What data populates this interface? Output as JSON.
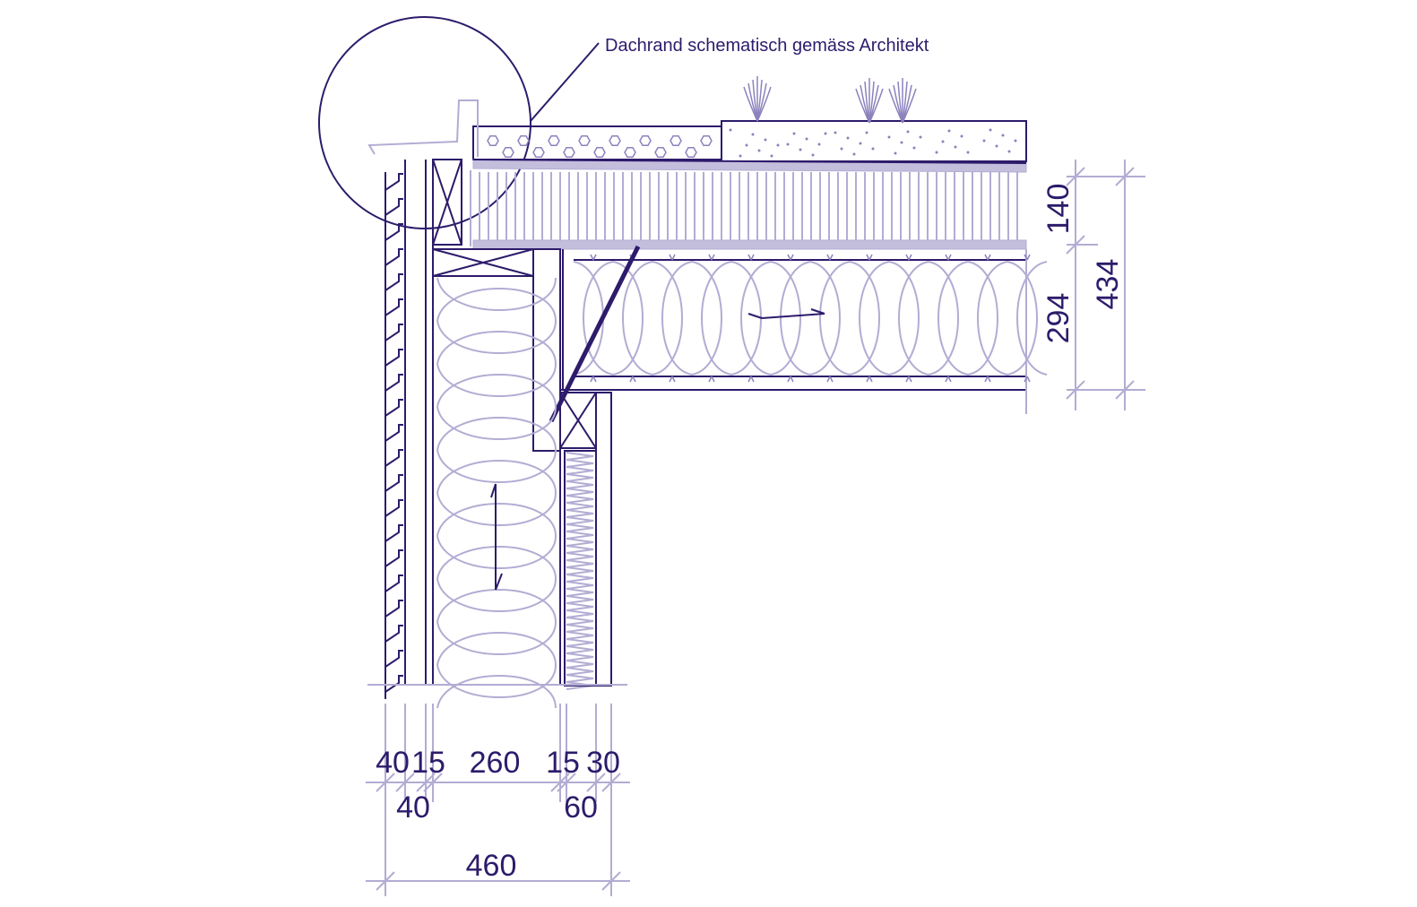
{
  "annotation": {
    "label": "Dachrand schematisch gemäss Architekt"
  },
  "dimensions": {
    "wall_layers": [
      "40",
      "15",
      "260",
      "15",
      "30"
    ],
    "wall_groups": [
      "40",
      "60"
    ],
    "wall_total": "460",
    "roof_layers": [
      "140",
      "294"
    ],
    "roof_total": "434"
  },
  "colors": {
    "primary": "#2d1b6b",
    "secondary": "#b3acd3",
    "mid": "#8c82bd"
  }
}
